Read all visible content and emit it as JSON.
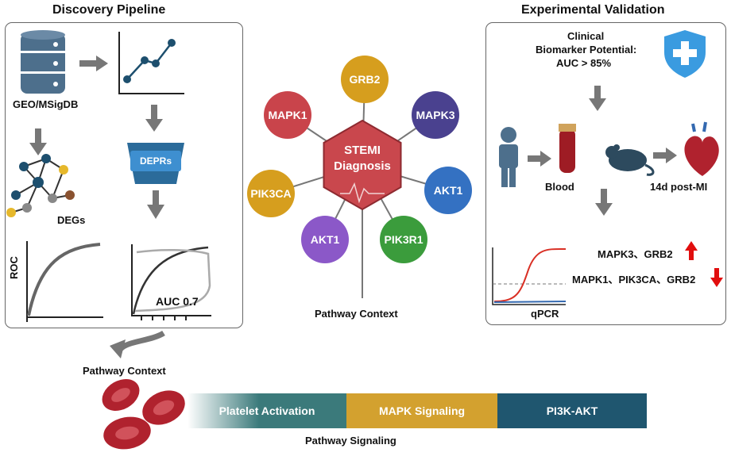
{
  "discovery": {
    "title": "Discovery Pipeline",
    "db_label": "GEO/MSigDB",
    "filter_label": "DEPRs",
    "degs_label": "DEGs",
    "roc_axis_label": "ROC",
    "auc_label": "AUC 0.7"
  },
  "context_label": "Pathway Context",
  "hub": {
    "center_line1": "STEMI",
    "center_line2": "Diagnosis",
    "nodes": [
      {
        "label": "GRB2",
        "color": "#d69e1e"
      },
      {
        "label": "MAPK3",
        "color": "#4a418f"
      },
      {
        "label": "AKT1",
        "color": "#3471c2"
      },
      {
        "label": "PIK3R1",
        "color": "#3b9c3c"
      },
      {
        "label": "AKT1",
        "color": "#8b58c8"
      },
      {
        "label": "PIK3CA",
        "color": "#d69e1e"
      },
      {
        "label": "MAPK1",
        "color": "#c9444b"
      }
    ],
    "center_color": "#c9474d",
    "caption": "Pathway Context"
  },
  "validation": {
    "title": "Experimental Validation",
    "clinical_line1": "Clinical",
    "clinical_line2": "Biomarker Potential:",
    "clinical_line3": "AUC > 85%",
    "blood_label": "Blood",
    "mi_label": "14d post-MI",
    "up_genes": "MAPK3、GRB2",
    "down_genes": "MAPK1、PIK3CA、GRB2",
    "qpcr_label": "qPCR",
    "shield_icon": "shield-cross-icon"
  },
  "pathway": {
    "caption": "Pathway Signaling",
    "segments": [
      {
        "label": "Platelet Activation",
        "color": "#3b7a7b"
      },
      {
        "label": "MAPK Signaling",
        "color": "#d3a12f"
      },
      {
        "label": "PI3K-AKT",
        "color": "#1f566f"
      }
    ]
  }
}
